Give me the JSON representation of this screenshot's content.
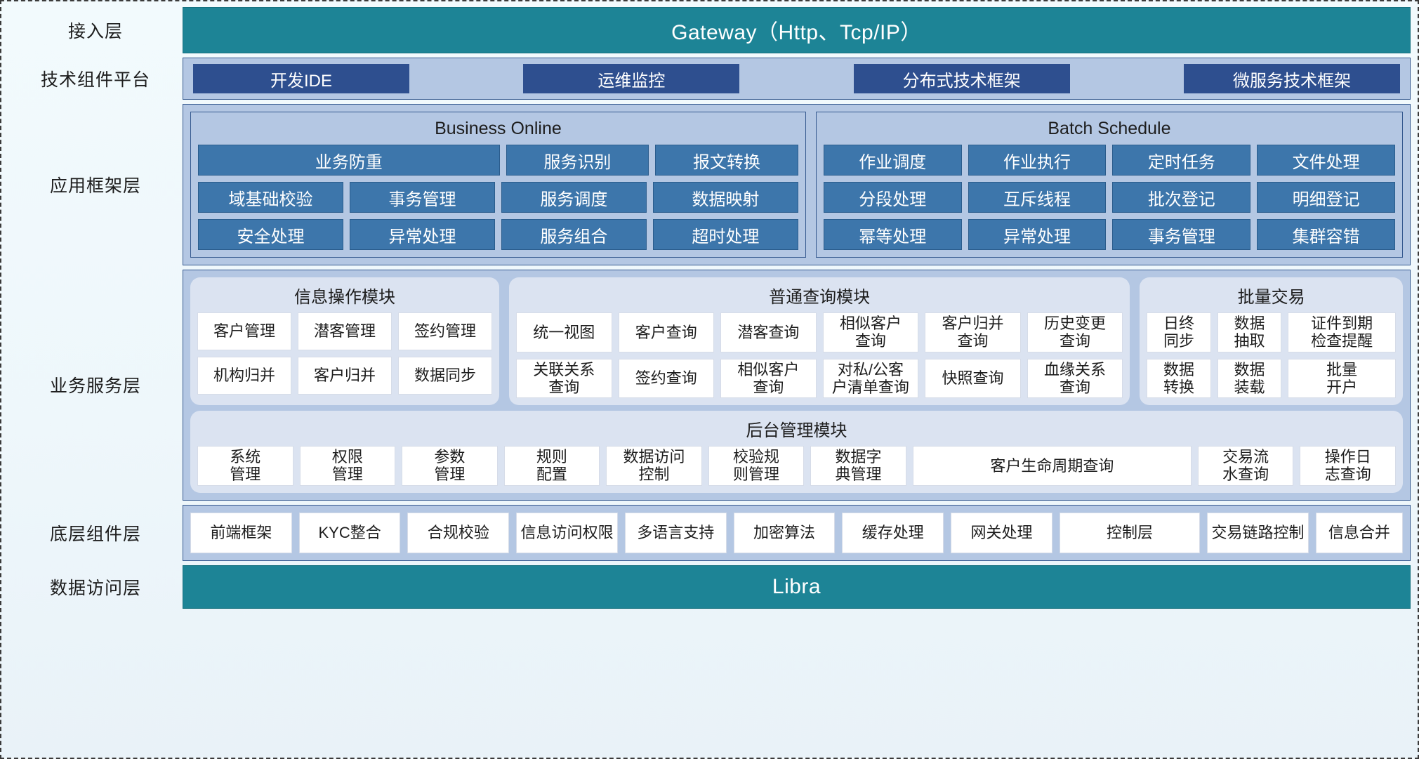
{
  "layers": {
    "access": "接入层",
    "tech_platform": "技术组件平台",
    "app_framework": "应用框架层",
    "business_service": "业务服务层",
    "base_components": "底层组件层",
    "data_access": "数据访问层"
  },
  "gateway": {
    "label": "Gateway（Http、Tcp/IP）"
  },
  "libra": {
    "label": "Libra"
  },
  "tech_buttons": [
    {
      "label": "开发IDE"
    },
    {
      "label": "运维监控"
    },
    {
      "label": "分布式技术框架"
    },
    {
      "label": "微服务技术框架"
    }
  ],
  "app_framework": {
    "business_online": {
      "title": "Business Online",
      "rows": [
        [
          {
            "label": "业务防重",
            "wide": true
          },
          {
            "label": "服务识别"
          },
          {
            "label": "报文转换"
          }
        ],
        [
          {
            "label": "域基础校验"
          },
          {
            "label": "事务管理"
          },
          {
            "label": "服务调度"
          },
          {
            "label": "数据映射"
          }
        ],
        [
          {
            "label": "安全处理"
          },
          {
            "label": "异常处理"
          },
          {
            "label": "服务组合"
          },
          {
            "label": "超时处理"
          }
        ]
      ]
    },
    "batch_schedule": {
      "title": "Batch Schedule",
      "rows": [
        [
          {
            "label": "作业调度"
          },
          {
            "label": "作业执行"
          },
          {
            "label": "定时任务"
          },
          {
            "label": "文件处理"
          }
        ],
        [
          {
            "label": "分段处理"
          },
          {
            "label": "互斥线程"
          },
          {
            "label": "批次登记"
          },
          {
            "label": "明细登记"
          }
        ],
        [
          {
            "label": "幂等处理"
          },
          {
            "label": "异常处理"
          },
          {
            "label": "事务管理"
          },
          {
            "label": "集群容错"
          }
        ]
      ]
    }
  },
  "business_service": {
    "info_ops": {
      "title": "信息操作模块",
      "rows": [
        [
          {
            "lines": [
              "客户管理"
            ]
          },
          {
            "lines": [
              "潜客管理"
            ]
          },
          {
            "lines": [
              "签约管理"
            ]
          }
        ],
        [
          {
            "lines": [
              "机构归并"
            ]
          },
          {
            "lines": [
              "客户归并"
            ]
          },
          {
            "lines": [
              "数据同步"
            ]
          }
        ]
      ]
    },
    "common_query": {
      "title": "普通查询模块",
      "rows": [
        [
          {
            "lines": [
              "统一视图"
            ]
          },
          {
            "lines": [
              "客户查询"
            ]
          },
          {
            "lines": [
              "潜客查询"
            ]
          },
          {
            "lines": [
              "相似客户",
              "查询"
            ]
          },
          {
            "lines": [
              "客户归并",
              "查询"
            ]
          },
          {
            "lines": [
              "历史变更",
              "查询"
            ]
          }
        ],
        [
          {
            "lines": [
              "关联关系",
              "查询"
            ]
          },
          {
            "lines": [
              "签约查询"
            ]
          },
          {
            "lines": [
              "相似客户",
              "查询"
            ]
          },
          {
            "lines": [
              "对私/公客",
              "户清单查询"
            ]
          },
          {
            "lines": [
              "快照查询"
            ]
          },
          {
            "lines": [
              "血缘关系",
              "查询"
            ]
          }
        ]
      ]
    },
    "batch_trade": {
      "title": "批量交易",
      "rows": [
        [
          {
            "lines": [
              "日终",
              "同步"
            ]
          },
          {
            "lines": [
              "数据",
              "抽取"
            ]
          },
          {
            "lines": [
              "证件到期",
              "检查提醒"
            ]
          }
        ],
        [
          {
            "lines": [
              "数据",
              "转换"
            ]
          },
          {
            "lines": [
              "数据",
              "装载"
            ]
          },
          {
            "lines": [
              "批量",
              "开户"
            ]
          }
        ]
      ]
    },
    "backend_admin": {
      "title": "后台管理模块",
      "cells": [
        {
          "lines": [
            "系统",
            "管理"
          ]
        },
        {
          "lines": [
            "权限",
            "管理"
          ]
        },
        {
          "lines": [
            "参数",
            "管理"
          ]
        },
        {
          "lines": [
            "规则",
            "配置"
          ]
        },
        {
          "lines": [
            "数据访问",
            "控制"
          ]
        },
        {
          "lines": [
            "校验规",
            "则管理"
          ]
        },
        {
          "lines": [
            "数据字",
            "典管理"
          ]
        },
        {
          "lines": [
            "客户生命周期查询"
          ],
          "wide": true
        },
        {
          "lines": [
            "交易流",
            "水查询"
          ]
        },
        {
          "lines": [
            "操作日",
            "志查询"
          ]
        }
      ]
    }
  },
  "base_components": {
    "cells": [
      {
        "lines": [
          "前端",
          "框架"
        ]
      },
      {
        "lines": [
          "KYC",
          "整合"
        ]
      },
      {
        "lines": [
          "合规",
          "校验"
        ]
      },
      {
        "lines": [
          "信息访问",
          "权限"
        ]
      },
      {
        "lines": [
          "多语言",
          "支持"
        ]
      },
      {
        "lines": [
          "加密",
          "算法"
        ]
      },
      {
        "lines": [
          "缓存",
          "处理"
        ]
      },
      {
        "lines": [
          "网关",
          "处理"
        ]
      },
      {
        "lines": [
          "控制层"
        ]
      },
      {
        "lines": [
          "交易链",
          "路控制"
        ]
      },
      {
        "lines": [
          "信息",
          "合并"
        ]
      }
    ]
  },
  "colors": {
    "teal": "#1d8496",
    "panel_blue": "#b4c7e3",
    "panel_border": "#35598f",
    "cell_blue": "#3d76ab",
    "tech_blue": "#2e4f8f",
    "module_bg": "#dbe3f1",
    "white_cell": "#ffffff"
  }
}
